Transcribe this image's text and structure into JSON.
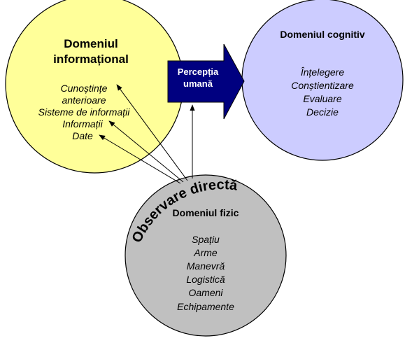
{
  "informational": {
    "title_line1": "Domeniul",
    "title_line2": "informațional",
    "items": [
      "Cunoștințe",
      "anterioare",
      "Sisteme de informații",
      "Informații",
      "Date"
    ],
    "fill": "#ffff99"
  },
  "cognitive": {
    "title": "Domeniul cognitiv",
    "items": [
      "Înțelegere",
      "Conștientizare",
      "Evaluare",
      "Decizie"
    ],
    "fill": "#ccccff"
  },
  "physical": {
    "title": "Domeniul fizic",
    "items": [
      "Spațiu",
      "Arme",
      "Manevră",
      "Logistică",
      "Oameni",
      "Echipamente"
    ],
    "fill": "#c0c0c0"
  },
  "perception": {
    "line1": "Percepția",
    "line2": "umană",
    "fill": "#000080"
  },
  "observation": {
    "label": "Observare directă"
  }
}
